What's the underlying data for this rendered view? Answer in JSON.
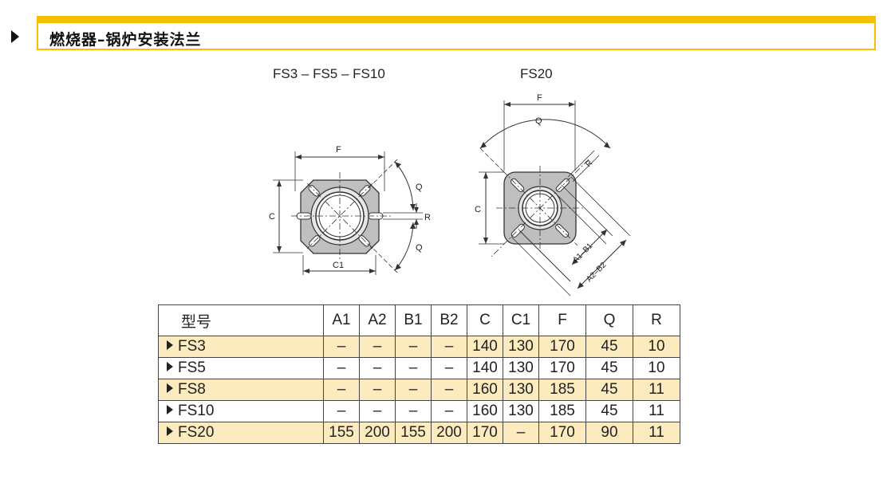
{
  "header": {
    "title": "燃烧器–锅炉安装法兰"
  },
  "figures": {
    "left_label": "FS3 – FS5 – FS10",
    "right_label": "FS20",
    "left_dims": {
      "F": "F",
      "C": "C",
      "C1": "C1",
      "Q1": "Q",
      "Q2": "Q",
      "R": "R"
    },
    "right_dims": {
      "F": "F",
      "Q": "Q",
      "C": "C",
      "R": "R",
      "A1B1": "A1–B1",
      "A2B2": "A2–B2"
    }
  },
  "table": {
    "headers": [
      "型号",
      "A1",
      "A2",
      "B1",
      "B2",
      "C",
      "C1",
      "F",
      "Q",
      "R"
    ],
    "rows": [
      {
        "model": "FS3",
        "cells": [
          "–",
          "–",
          "–",
          "–",
          "140",
          "130",
          "170",
          "45",
          "10"
        ]
      },
      {
        "model": "FS5",
        "cells": [
          "–",
          "–",
          "–",
          "–",
          "140",
          "130",
          "170",
          "45",
          "10"
        ]
      },
      {
        "model": "FS8",
        "cells": [
          "–",
          "–",
          "–",
          "–",
          "160",
          "130",
          "185",
          "45",
          "11"
        ]
      },
      {
        "model": "FS10",
        "cells": [
          "–",
          "–",
          "–",
          "–",
          "160",
          "130",
          "185",
          "45",
          "11"
        ]
      },
      {
        "model": "FS20",
        "cells": [
          "155",
          "200",
          "155",
          "200",
          "170",
          "–",
          "170",
          "90",
          "11"
        ]
      }
    ]
  },
  "colors": {
    "accent": "#f6c000",
    "highlight_row": "#fdebc0",
    "part_fill": "#bfbfbf"
  }
}
